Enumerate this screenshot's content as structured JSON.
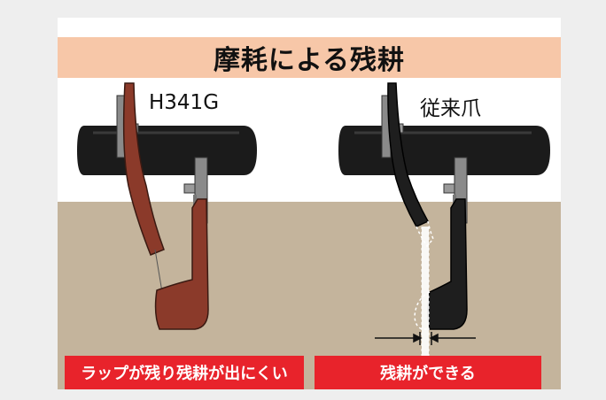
{
  "title": "摩耗による残耕",
  "left": {
    "label": "H341G",
    "caption": "ラップが残り残耕が出にくい",
    "blade_color": "#8b3a2a"
  },
  "right": {
    "label": "従来爪",
    "caption": "残耕ができる",
    "blade_color": "#222222"
  },
  "colors": {
    "title_band": "#f7c7a8",
    "soil": "#c4b49c",
    "shaft": "#1b1b1b",
    "caption_bg": "#e8232b"
  }
}
